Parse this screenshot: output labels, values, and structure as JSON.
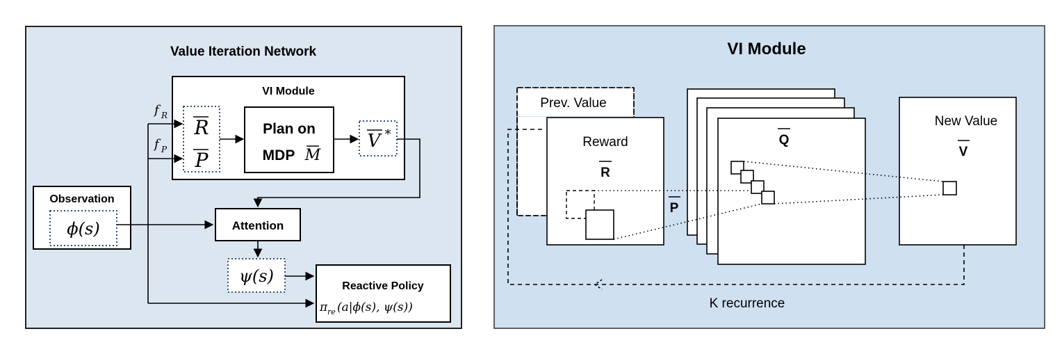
{
  "left": {
    "title": "Value Iteration Network",
    "vi_module_title": "VI Module",
    "f_r_base": "f",
    "f_r_sub": "R",
    "f_p_base": "f",
    "f_p_sub": "P",
    "r_bar": "R",
    "p_bar": "P",
    "plan_line1": "Plan on",
    "plan_line2": "MDP",
    "plan_m": "M",
    "v_star": "V",
    "v_star_sup": "*",
    "observation_title": "Observation",
    "phi": "ϕ(s)",
    "attention": "Attention",
    "psi": "ψ(s)",
    "reactive_title": "Reactive Policy",
    "reactive_formula_pi": "π",
    "reactive_formula_sub": "re",
    "reactive_formula_rest": "(a|ϕ(s), ψ(s))"
  },
  "right": {
    "title": "VI Module",
    "prev_value": "Prev. Value",
    "reward": "Reward",
    "r_bar": "R",
    "p_bar": "P",
    "q_bar": "Q",
    "new_value": "New Value",
    "v_bar": "V",
    "k_recurrence": "K recurrence"
  }
}
